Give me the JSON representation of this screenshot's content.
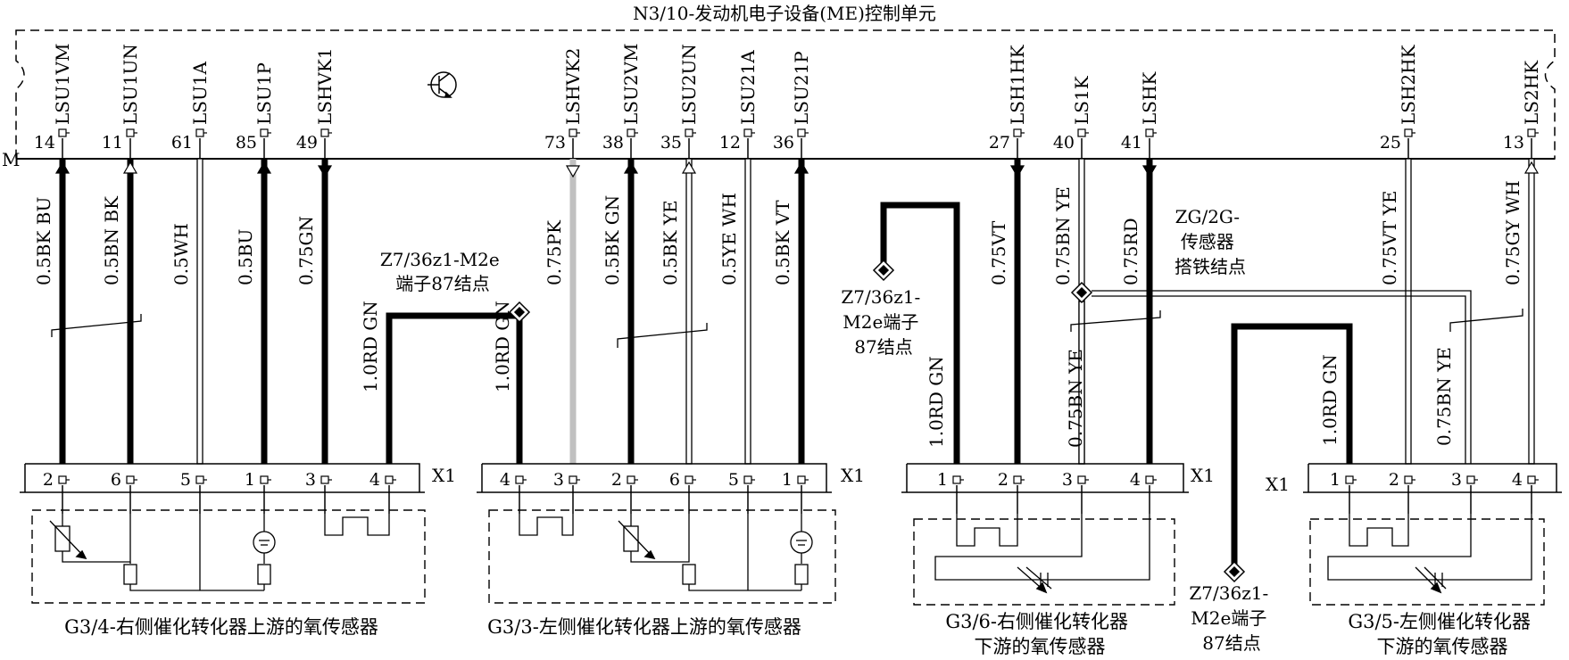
{
  "title": "N3/10-发动机电子设备(ME)控制单元",
  "m_label": "M",
  "x1_label": "X1",
  "ecu_pins": [
    {
      "id": "c1",
      "num": "14",
      "signal": "LSU1VM",
      "wire": "0.5BK BU"
    },
    {
      "id": "c2",
      "num": "11",
      "signal": "LSU1UN",
      "wire": "0.5BN BK"
    },
    {
      "id": "c3",
      "num": "61",
      "signal": "LSU1A",
      "wire": "0.5WH"
    },
    {
      "id": "c4",
      "num": "85",
      "signal": "LSU1P",
      "wire": "0.5BU"
    },
    {
      "id": "c5",
      "num": "49",
      "signal": "LSHVK1",
      "wire": "0.75GN"
    },
    {
      "id": "c6",
      "num": "73",
      "signal": "LSHVK2",
      "wire": "0.75PK"
    },
    {
      "id": "c7",
      "num": "38",
      "signal": "LSU2VM",
      "wire": "0.5BK GN"
    },
    {
      "id": "c8",
      "num": "35",
      "signal": "LSU2UN",
      "wire": "0.5BK YE"
    },
    {
      "id": "c9",
      "num": "12",
      "signal": "LSU21A",
      "wire": "0.5YE WH"
    },
    {
      "id": "c10",
      "num": "36",
      "signal": "LSU21P",
      "wire": "0.5BK VT"
    },
    {
      "id": "c11",
      "num": "27",
      "signal": "LSH1HK",
      "wire": "0.75VT"
    },
    {
      "id": "c12",
      "num": "40",
      "signal": "LS1K",
      "wire": "0.75BN YE"
    },
    {
      "id": "c13",
      "num": "41",
      "signal": "LSHK",
      "wire": "0.75RD"
    },
    {
      "id": "c14",
      "num": "25",
      "signal": "LSH2HK",
      "wire": "0.75VT YE"
    },
    {
      "id": "c15",
      "num": "13",
      "signal": "LS2HK",
      "wire": "0.75GY WH"
    }
  ],
  "connectors": [
    {
      "id": "k1",
      "pins": [
        "2",
        "6",
        "5",
        "1",
        "3",
        "4"
      ]
    },
    {
      "id": "k2",
      "pins": [
        "4",
        "3",
        "2",
        "6",
        "5",
        "1"
      ]
    },
    {
      "id": "k3",
      "pins": [
        "1",
        "2",
        "3",
        "4"
      ]
    },
    {
      "id": "k4",
      "pins": [
        "1",
        "2",
        "3",
        "4"
      ]
    }
  ],
  "extra_wires": {
    "rd_gn_1": "1.0RD GN",
    "rd_gn_2": "1.0RD GN",
    "rd_gn_3": "1.0RD GN",
    "rd_gn_4": "1.0RD GN",
    "bn_ye_1": "0.75BN YE",
    "bn_ye_2": "0.75BN YE"
  },
  "splices": {
    "s1_lines": [
      "Z7/36z1-M2e",
      "端子87结点"
    ],
    "s2_lines": [
      "Z7/36z1-",
      "M2e端子",
      "87结点"
    ],
    "s3_lines": [
      "ZG/2G-",
      "传感器",
      "搭铁结点"
    ],
    "s4_lines": [
      "Z7/36z1-",
      "M2e端子",
      "87结点"
    ]
  },
  "sensors": {
    "g34": [
      "G3/4-右侧催化转化器上游的氧传感器"
    ],
    "g33": [
      "G3/3-左侧催化转化器上游的氧传感器"
    ],
    "g36": [
      "G3/6-右侧催化转化器",
      "下游的氧传感器"
    ],
    "g35": [
      "G3/5-左侧催化转化器",
      "下游的氧传感器"
    ]
  }
}
